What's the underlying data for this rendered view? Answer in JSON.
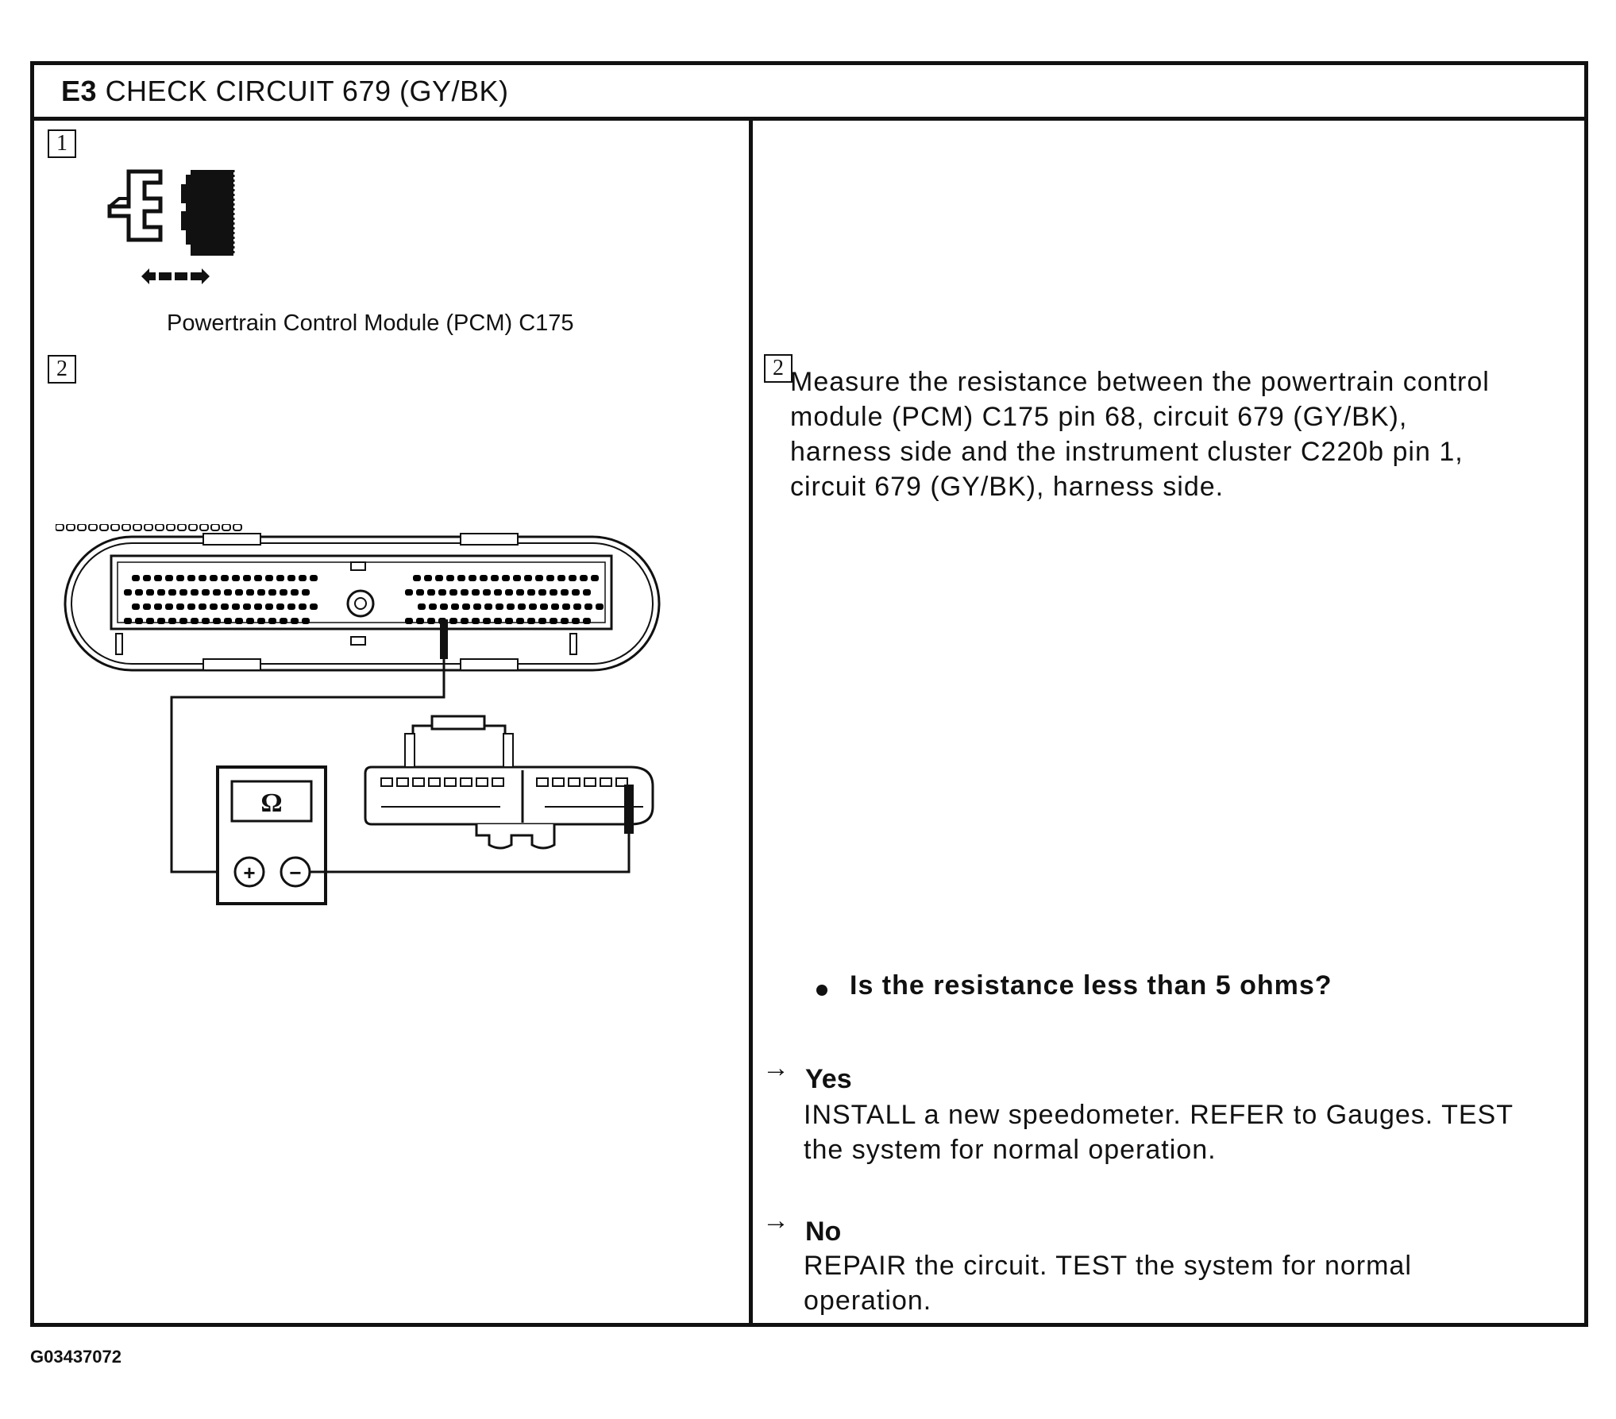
{
  "header": {
    "step_id": "E3",
    "title": "CHECK CIRCUIT 679 (GY/BK)"
  },
  "left": {
    "step1_label": "1",
    "connector_caption": "Powertrain Control Module (PCM) C175",
    "step2_label": "2",
    "meter_symbol": "Ω",
    "meter_plus": "+",
    "meter_minus": "−"
  },
  "right": {
    "step2_label": "2",
    "instruction": "Measure the resistance between the powertrain control module (PCM) C175 pin 68, circuit 679 (GY/BK), harness side and the instrument cluster C220b pin 1, circuit 679 (GY/BK), harness side.",
    "question": "Is the resistance less than 5 ohms?",
    "answers": [
      {
        "arrow": "→",
        "label": "Yes",
        "text": "INSTALL a new speedometer. REFER to Gauges. TEST the system for normal operation."
      },
      {
        "arrow": "→",
        "label": "No",
        "text": "REPAIR the circuit. TEST the system for normal operation."
      }
    ]
  },
  "figure_code": "G03437072",
  "icons": [
    "connector-disconnect-icon",
    "ohmmeter-icon",
    "pcm-connector-icon",
    "cluster-connector-icon"
  ]
}
